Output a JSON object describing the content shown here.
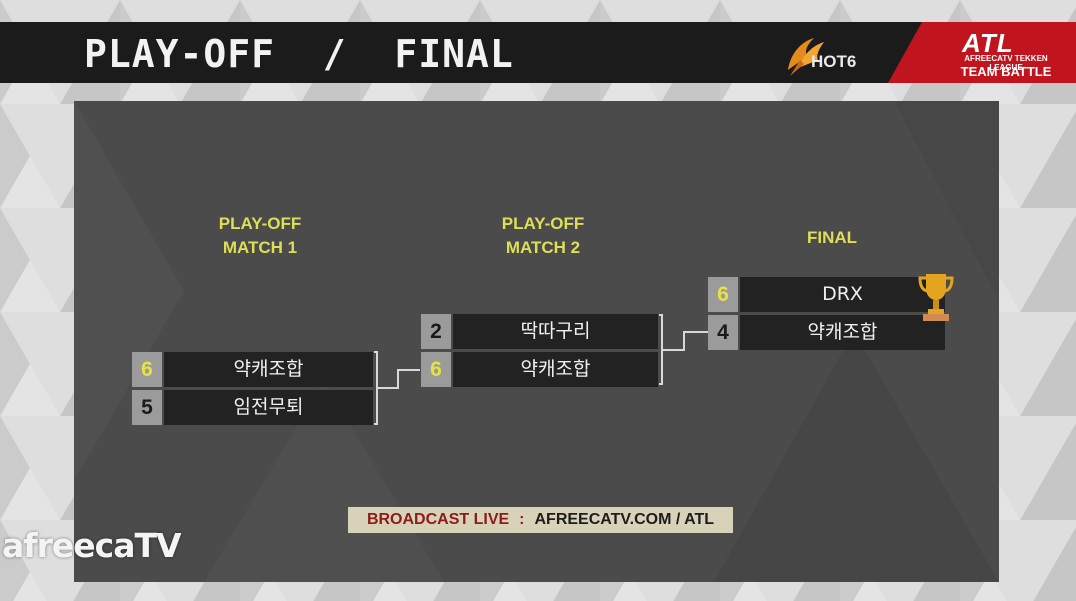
{
  "header": {
    "title": "PLAY-OFF  /  FINAL",
    "sponsor_logo": "HOT6",
    "league_logo": {
      "main": "ATL",
      "sub": "AFREECATV TEKKEN LEAGUE",
      "badge": "TEAM BATTLE"
    }
  },
  "rounds": [
    {
      "label_line1": "PLAY-OFF",
      "label_line2": "MATCH 1"
    },
    {
      "label_line1": "PLAY-OFF",
      "label_line2": "MATCH 2"
    },
    {
      "label_line1": "FINAL",
      "label_line2": ""
    }
  ],
  "matches": {
    "playoff1": {
      "top": {
        "score": "6",
        "team": "약캐조합",
        "winner": true
      },
      "bottom": {
        "score": "5",
        "team": "임전무퇴",
        "winner": false
      }
    },
    "playoff2": {
      "top": {
        "score": "2",
        "team": "딱따구리",
        "winner": false
      },
      "bottom": {
        "score": "6",
        "team": "약캐조합",
        "winner": true
      }
    },
    "final": {
      "top": {
        "score": "6",
        "team": "DRX",
        "winner": true
      },
      "bottom": {
        "score": "4",
        "team": "약캐조합",
        "winner": false
      }
    }
  },
  "icons": {
    "champion": "trophy-icon"
  },
  "broadcast": {
    "label": "BROADCAST LIVE",
    "separator": ":",
    "url": "AFREECATV.COM / ATL"
  },
  "watermark": "afreecaTV",
  "colors": {
    "highlight": "#dede57",
    "winner_score": "#e7e144",
    "panel": "#4b4b4b",
    "team_box": "#222222",
    "score_box": "#9b9b9b",
    "header_bar": "#1b1b1b",
    "accent_red": "#c0141e"
  }
}
